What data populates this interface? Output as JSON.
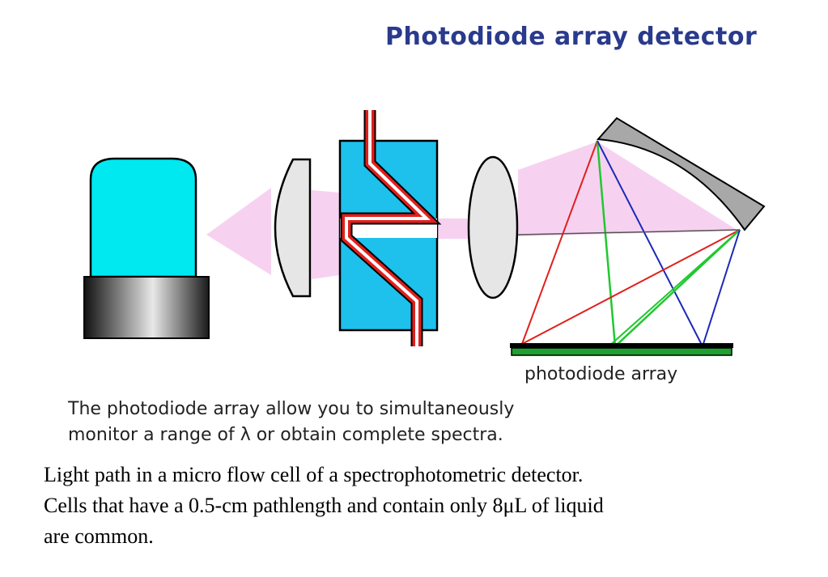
{
  "title": "Photodiode array detector",
  "array_label": "photodiode array",
  "description": {
    "line1": "The photodiode array allow you to simultaneously",
    "line2": "monitor a range of λ or obtain complete spectra."
  },
  "caption": {
    "line1": "Light path in a micro flow cell of a spectrophotometric detector.",
    "line2": "Cells that have a 0.5-cm pathlength and contain only 8μL of liquid",
    "line3": "are common."
  },
  "colors": {
    "lamp_glass": "#00e8f0",
    "flow_cell": "#1ec0ec",
    "light_beam": "#f6d2f0",
    "red_ray": "#e0201c",
    "green_ray": "#20c830",
    "blue_ray": "#1c28b8",
    "title_blue": "#2a3a8c"
  }
}
